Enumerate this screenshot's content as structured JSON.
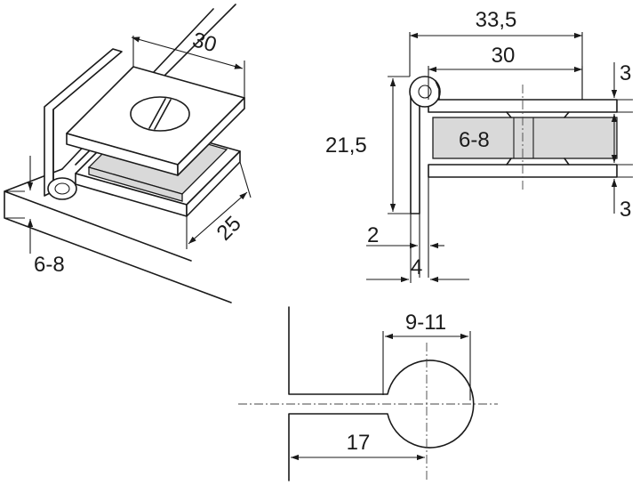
{
  "dimensions": {
    "iso_width": "30",
    "iso_depth": "25",
    "iso_glass_thickness": "6-8",
    "overall_length": "33,5",
    "clamp_length": "30",
    "height": "21,5",
    "glass_thickness": "6-8",
    "top_plate_thickness": "3",
    "bottom_plate_thickness": "3",
    "wall_gap": "2",
    "wall_offset": "4",
    "hole_diameter": "9-11",
    "hole_distance": "17"
  },
  "colors": {
    "line": "#1a1a1a",
    "glass_fill": "#d9d9d9",
    "background": "#ffffff"
  }
}
